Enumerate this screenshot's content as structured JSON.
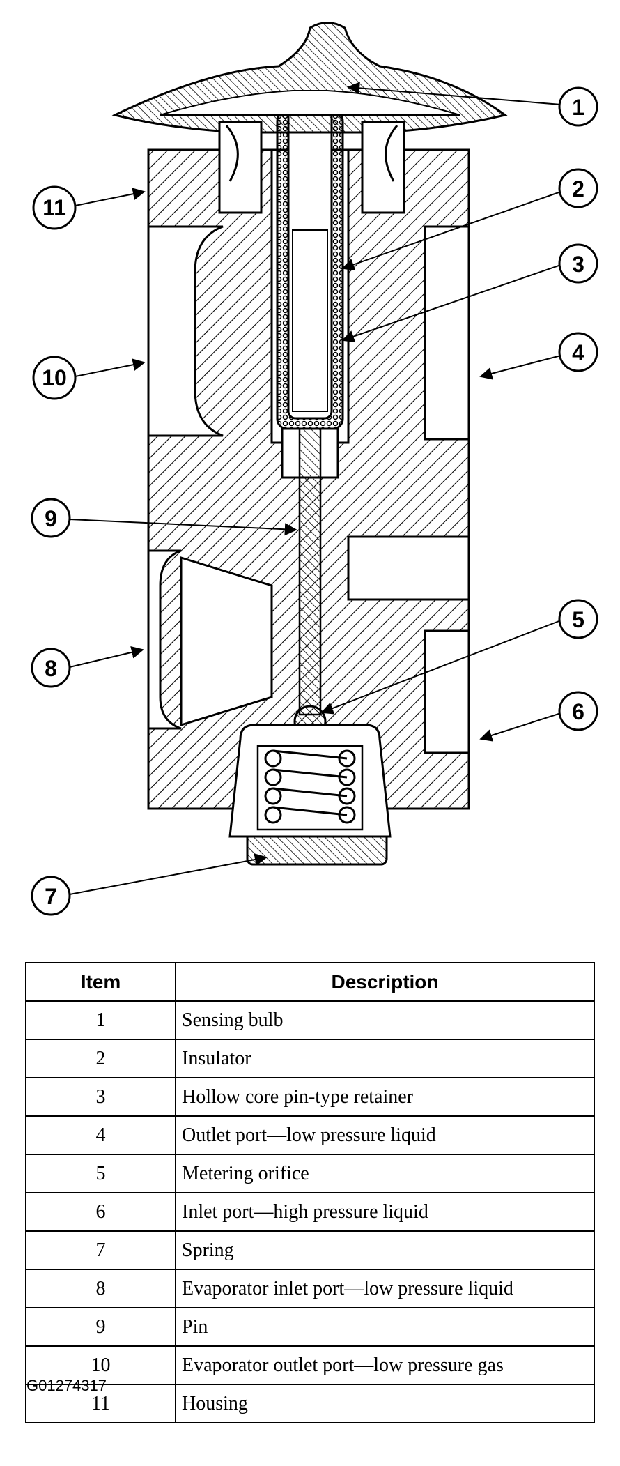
{
  "callouts": [
    {
      "num": "1"
    },
    {
      "num": "2"
    },
    {
      "num": "3"
    },
    {
      "num": "4"
    },
    {
      "num": "5"
    },
    {
      "num": "6"
    },
    {
      "num": "7"
    },
    {
      "num": "8"
    },
    {
      "num": "9"
    },
    {
      "num": "10"
    },
    {
      "num": "11"
    }
  ],
  "table": {
    "headers": {
      "item": "Item",
      "description": "Description"
    },
    "rows": [
      {
        "item": "1",
        "description": "Sensing bulb"
      },
      {
        "item": "2",
        "description": "Insulator"
      },
      {
        "item": "3",
        "description": "Hollow core pin-type retainer"
      },
      {
        "item": "4",
        "description": "Outlet port—low pressure liquid"
      },
      {
        "item": "5",
        "description": "Metering orifice"
      },
      {
        "item": "6",
        "description": "Inlet port—high pressure liquid"
      },
      {
        "item": "7",
        "description": "Spring"
      },
      {
        "item": "8",
        "description": "Evaporator inlet port—low pressure liquid"
      },
      {
        "item": "9",
        "description": "Pin"
      },
      {
        "item": "10",
        "description": "Evaporator outlet port—low pressure gas"
      },
      {
        "item": "11",
        "description": "Housing"
      }
    ]
  },
  "figure_id": "G01274317"
}
